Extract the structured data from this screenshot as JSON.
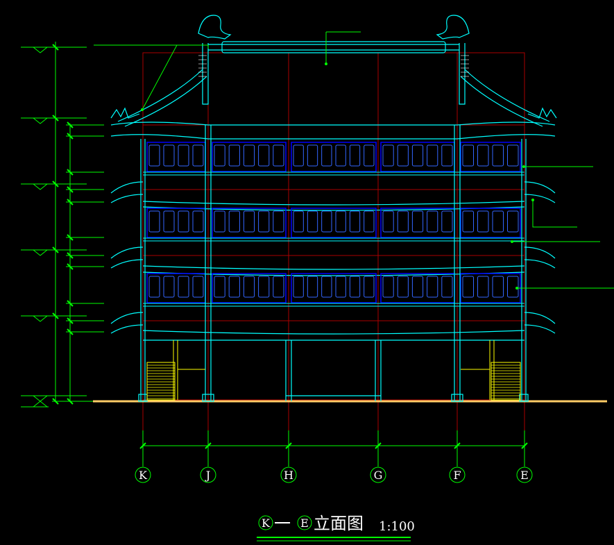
{
  "drawing": {
    "axes": [
      "K",
      "J",
      "H",
      "G",
      "F",
      "E"
    ],
    "title": {
      "start_axis": "K",
      "dash": "一",
      "end_axis": "E",
      "name": "立面图",
      "scale": "1:100"
    },
    "colors": {
      "background": "#000000",
      "dimension": "#00ff00",
      "outline": "#00ffff",
      "window": "#0000ff",
      "grid": "#aa0000",
      "stair": "#ffff00",
      "ground": "#ffcc66",
      "text": "#ffffff"
    }
  }
}
